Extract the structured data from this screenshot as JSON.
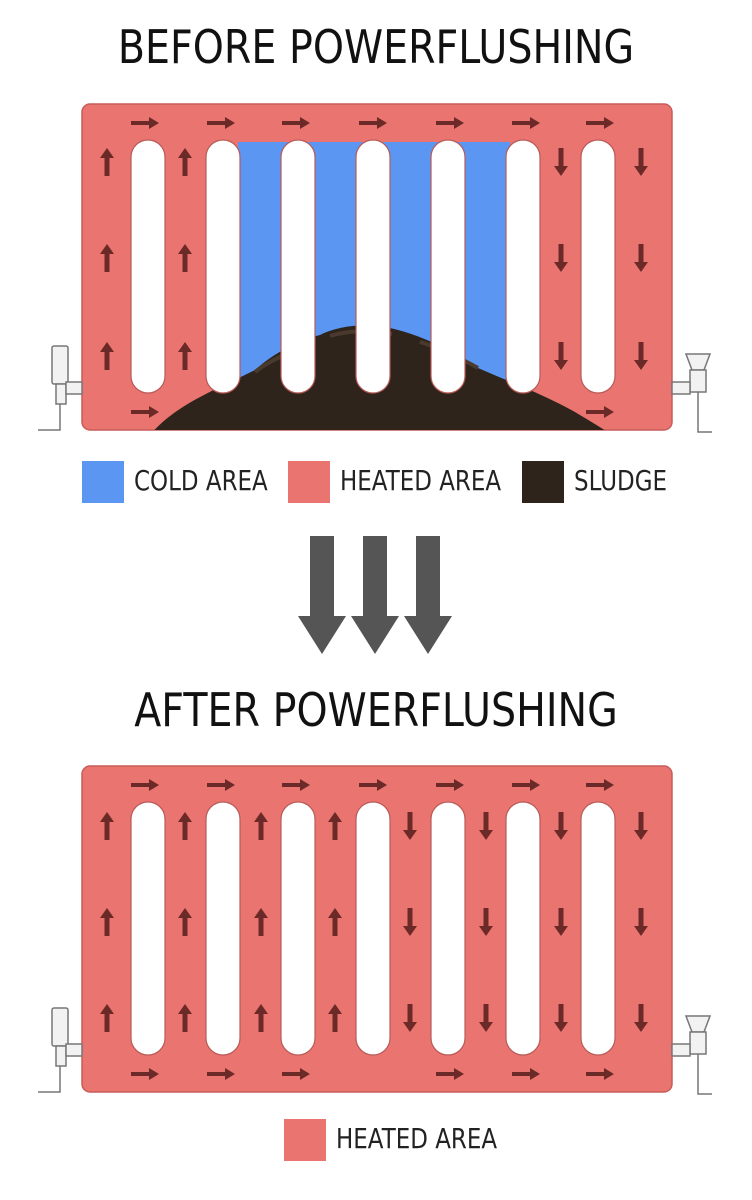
{
  "before": {
    "title": "BEFORE POWERFLUSHING",
    "legend": [
      {
        "label": "COLD AREA",
        "color": "#5b97f2"
      },
      {
        "label": "HEATED AREA",
        "color": "#ea7470"
      },
      {
        "label": "SLUDGE",
        "color": "#2e241c"
      }
    ]
  },
  "after": {
    "title": "AFTER POWERFLUSHING",
    "legend": [
      {
        "label": "HEATED AREA",
        "color": "#ea7470"
      }
    ]
  },
  "colors": {
    "heated": "#ea7470",
    "cold": "#5b97f2",
    "sludge": "#2e241c",
    "arrow": "#6b2a28",
    "down_arrows": "#555555"
  },
  "icons": {
    "flow_arrow": "arrow-icon",
    "valve": "valve-icon",
    "transition": "down-arrow-icon"
  }
}
